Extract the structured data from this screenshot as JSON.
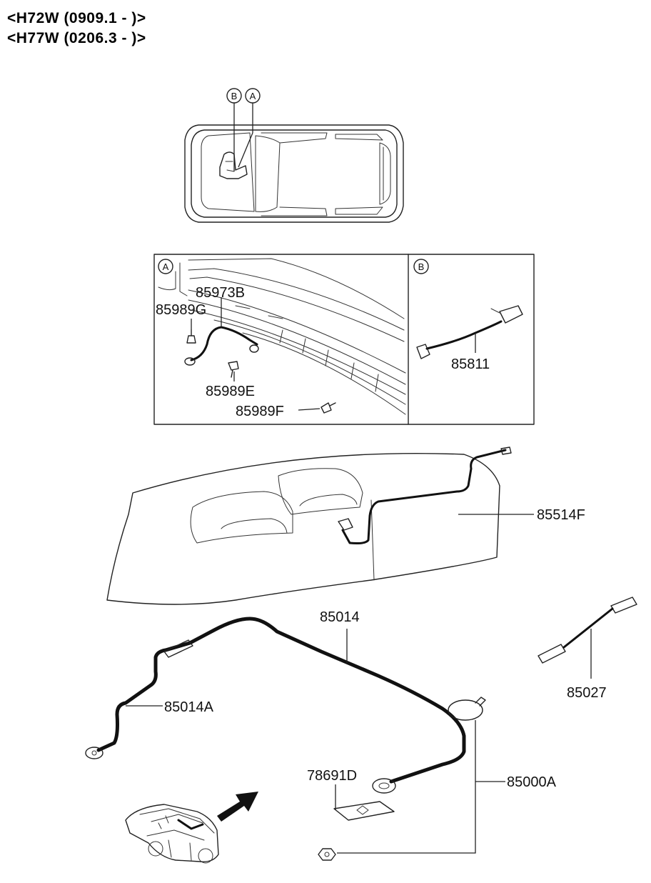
{
  "header": {
    "line1": "<H72W (0909.1 - )>",
    "line2": "<H77W (0206.3 - )>"
  },
  "callouts": {
    "a": "A",
    "b": "B"
  },
  "parts": {
    "p85973B": "85973B",
    "p85989G": "85989G",
    "p85989E": "85989E",
    "p85989F": "85989F",
    "p85811": "85811",
    "p85514F": "85514F",
    "p85014": "85014",
    "p85014A": "85014A",
    "p85027": "85027",
    "p78691D": "78691D",
    "p85000A": "85000A"
  }
}
